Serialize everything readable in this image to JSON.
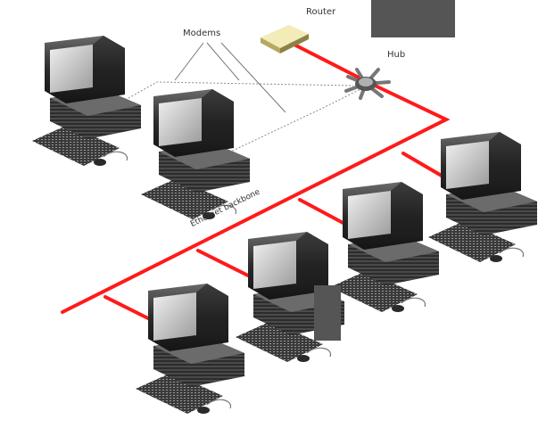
{
  "diagram": {
    "labels": {
      "router": "Router",
      "hub": "Hub",
      "modems": "Modems",
      "backbone": "Ethernet backbone"
    },
    "colors": {
      "network_line": "#ff1a1a",
      "background": "#ffffff",
      "computer_dark": "#333333",
      "screen": "#d8d8d8",
      "router_box": "#d9cc86"
    },
    "icons": [
      "computer-icon",
      "router-icon",
      "hub-icon",
      "modem-icon",
      "keyboard-icon",
      "mouse-icon"
    ],
    "computer_count": 6
  }
}
